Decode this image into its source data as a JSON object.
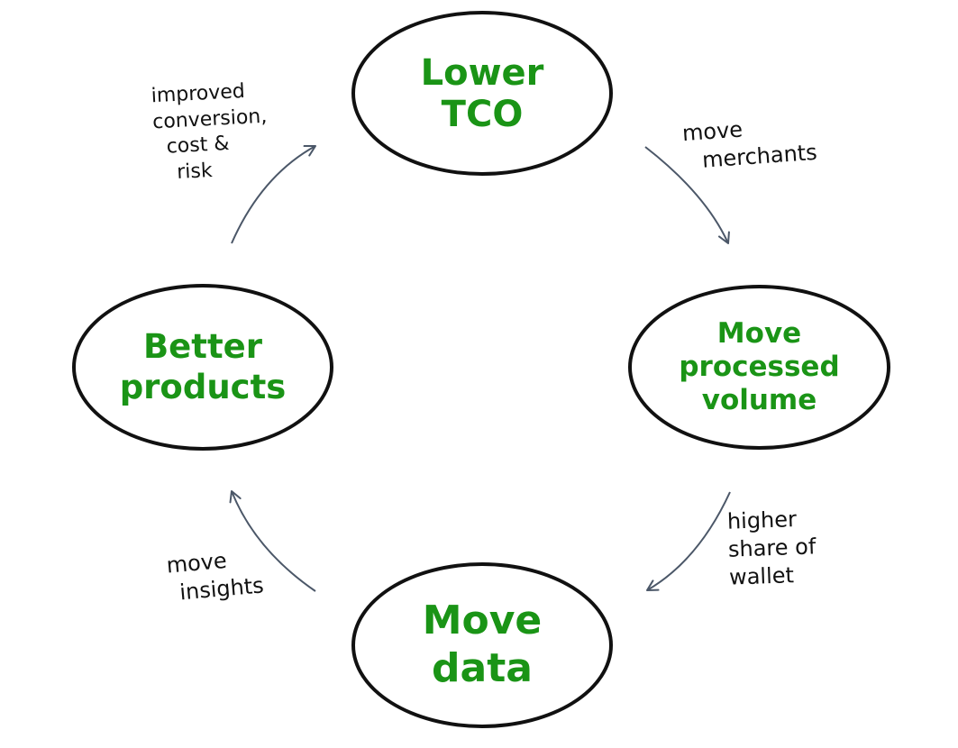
{
  "nodes": {
    "lower_tco": [
      "Lower",
      "TCO"
    ],
    "more_processed_volume": [
      "Move",
      "processed",
      "volume"
    ],
    "more_data": [
      "Move",
      "data"
    ],
    "better_products": [
      "Better",
      "products"
    ]
  },
  "edges": {
    "lower_tco_to_volume": [
      "move",
      "merchants"
    ],
    "volume_to_data": [
      "higher",
      "share of",
      "wallet"
    ],
    "data_to_products": [
      "move",
      "insights"
    ],
    "products_to_tco": [
      "improved",
      "conversion,",
      "cost &",
      "risk"
    ]
  },
  "colors": {
    "node_text": "#1a9416",
    "outline": "#111111",
    "arrow": "#4b5768",
    "label_text": "#111111"
  }
}
